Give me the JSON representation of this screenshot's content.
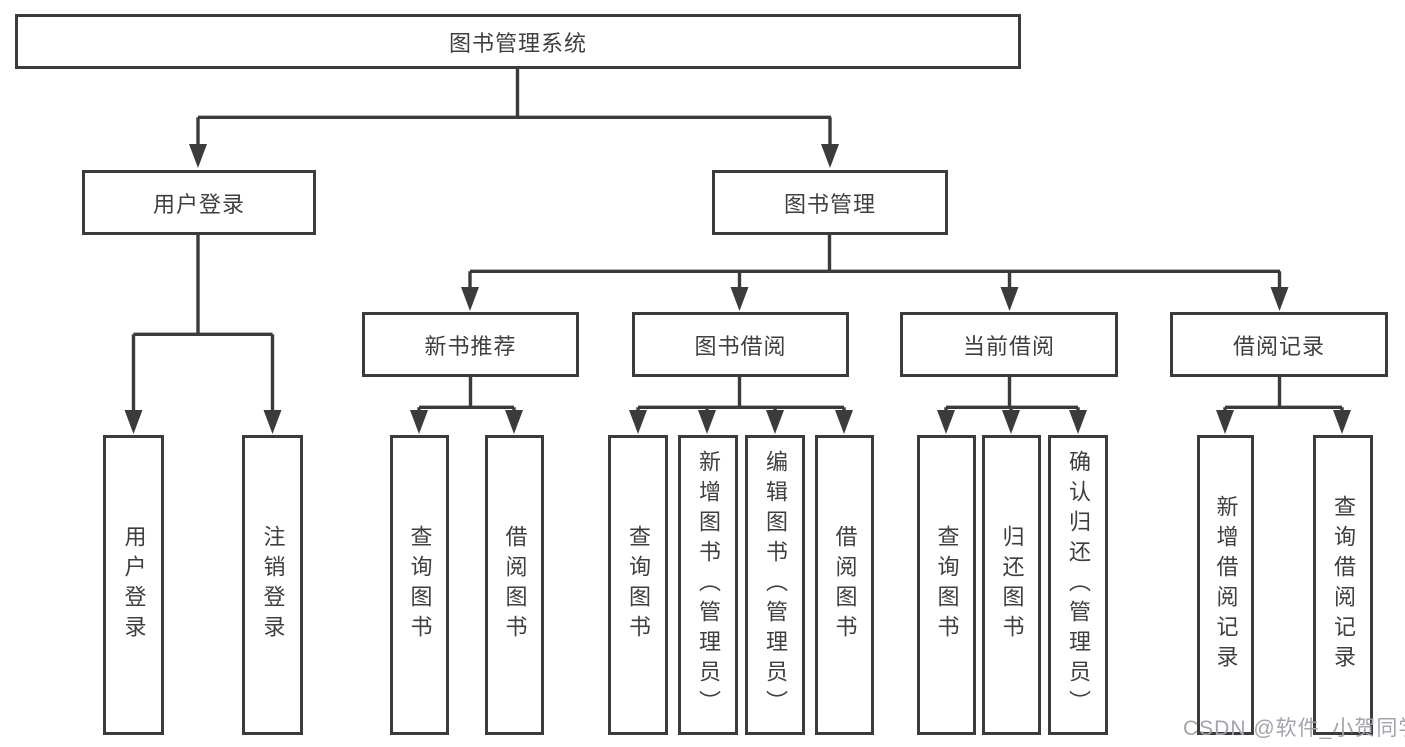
{
  "diagram": {
    "root": {
      "label": "图书管理系统"
    },
    "level2": [
      {
        "label": "用户登录"
      },
      {
        "label": "图书管理"
      }
    ],
    "level3": [
      {
        "label": "新书推荐"
      },
      {
        "label": "图书借阅"
      },
      {
        "label": "当前借阅"
      },
      {
        "label": "借阅记录"
      }
    ],
    "leaves": [
      {
        "label": "用户登录"
      },
      {
        "label": "注销登录"
      },
      {
        "label": "查询图书"
      },
      {
        "label": "借阅图书"
      },
      {
        "label": "查询图书"
      },
      {
        "label": "新增图书（管理员）"
      },
      {
        "label": "编辑图书（管理员）"
      },
      {
        "label": "借阅图书"
      },
      {
        "label": "查询图书"
      },
      {
        "label": "归还图书"
      },
      {
        "label": "确认归还（管理员）"
      },
      {
        "label": "新增借阅记录"
      },
      {
        "label": "查询借阅记录"
      }
    ],
    "watermark": "CSDN @软件_小贺同学",
    "colors": {
      "line": "#3b3b3b",
      "text": "#3f3f3f",
      "watermark": "#a3a3ab",
      "background": "#ffffff"
    }
  }
}
